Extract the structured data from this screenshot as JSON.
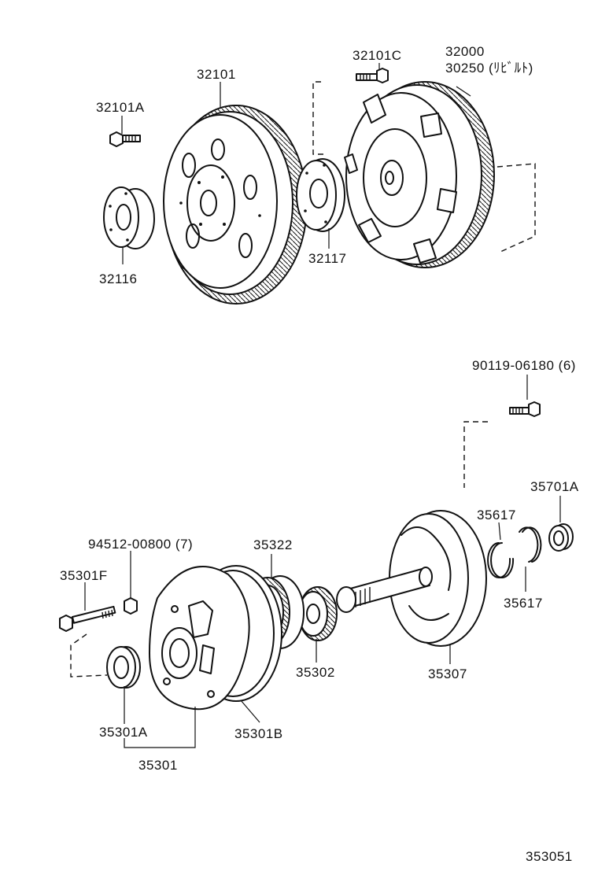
{
  "labels": {
    "p32101A": "32101A",
    "p32101": "32101",
    "p32101C": "32101C",
    "p32000": "32000",
    "p30250": "30250 (ﾘﾋﾞﾙﾄ)",
    "p32116": "32116",
    "p32117": "32117",
    "p90119": "90119-06180 (6)",
    "p35701A": "35701A",
    "p35617a": "35617",
    "p35617b": "35617",
    "p94512": "94512-00800 (7)",
    "p35322": "35322",
    "p35301F": "35301F",
    "p35302": "35302",
    "p35307": "35307",
    "p35301A": "35301A",
    "p35301B": "35301B",
    "p35301": "35301",
    "catalog": "353051"
  }
}
